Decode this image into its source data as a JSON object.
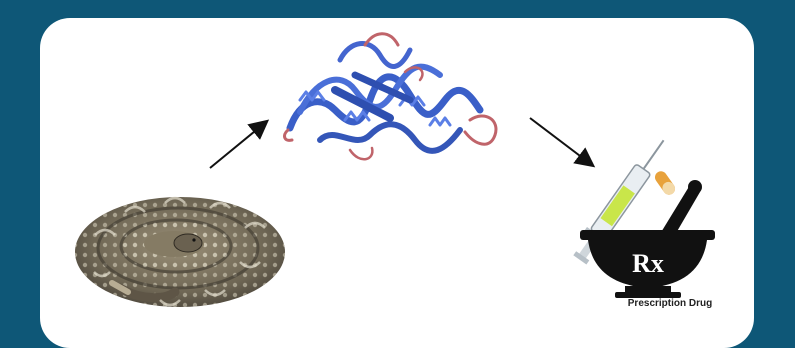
{
  "panel": {
    "caption": "Prescription Drug",
    "rx_label": "Rx"
  },
  "flow": [
    "snake",
    "protein",
    "prescription-drug"
  ],
  "colors": {
    "background": "#0e5777",
    "panel": "#ffffff",
    "protein_blue": "#3a5fc8",
    "protein_accent": "#c0646a",
    "mortar": "#111111",
    "syringe_fluid": "#c9e64a",
    "capsule": "#e8a23c"
  }
}
